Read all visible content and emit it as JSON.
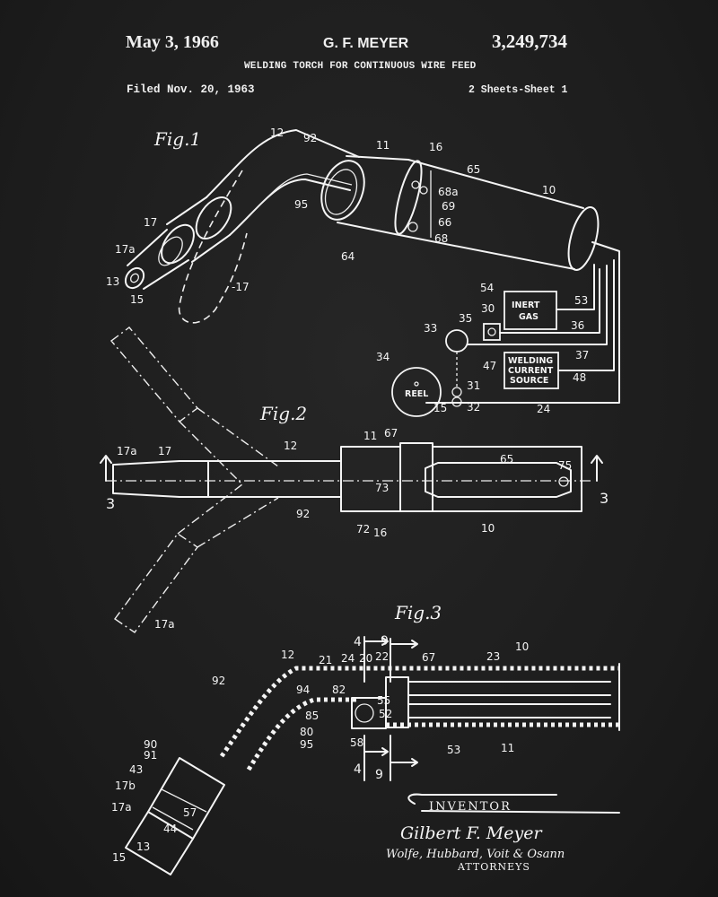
{
  "header": {
    "date": "May 3, 1966",
    "inventor": "G. F. MEYER",
    "patent_number": "3,249,734",
    "title": "WELDING TORCH FOR CONTINUOUS WIRE FEED",
    "filed": "Filed Nov. 20, 1963",
    "sheets": "2 Sheets-Sheet 1"
  },
  "figures": {
    "fig1": {
      "label": "Fig.1",
      "refs": [
        "12",
        "92",
        "11",
        "16",
        "65",
        "10",
        "68a",
        "69",
        "66",
        "68",
        "95",
        "64",
        "17",
        "17a",
        "13",
        "15",
        "-17"
      ]
    },
    "schematic": {
      "boxes": {
        "inert_gas": [
          "INERT",
          "GAS"
        ],
        "welding_current": [
          "WELDING",
          "CURRENT",
          "SOURCE"
        ],
        "reel": "REEL"
      },
      "refs": [
        "54",
        "53",
        "30",
        "35",
        "33",
        "36",
        "34",
        "37",
        "47",
        "48",
        "31",
        "15",
        "32",
        "24"
      ]
    },
    "fig2": {
      "label": "Fig.2",
      "refs": [
        "17a",
        "17",
        "12",
        "11",
        "67",
        "65",
        "75",
        "73",
        "3",
        "3",
        "92",
        "72",
        "16",
        "10",
        "17a"
      ]
    },
    "fig3": {
      "label": "Fig.3",
      "refs": [
        "4",
        "9",
        "12",
        "21",
        "24",
        "20",
        "22",
        "67",
        "23",
        "10",
        "92",
        "94",
        "82",
        "55",
        "52",
        "85",
        "80",
        "95",
        "58",
        "53",
        "11",
        "4",
        "9",
        "90",
        "91",
        "43",
        "17b",
        "17a",
        "57",
        "44",
        "15",
        "13"
      ]
    }
  },
  "signature": {
    "heading": "INVENTOR",
    "inventor_name": "Gilbert F. Meyer",
    "attorneys": "Wolfe, Hubbard, Voit & Osann",
    "attorneys_label": "ATTORNEYS"
  }
}
